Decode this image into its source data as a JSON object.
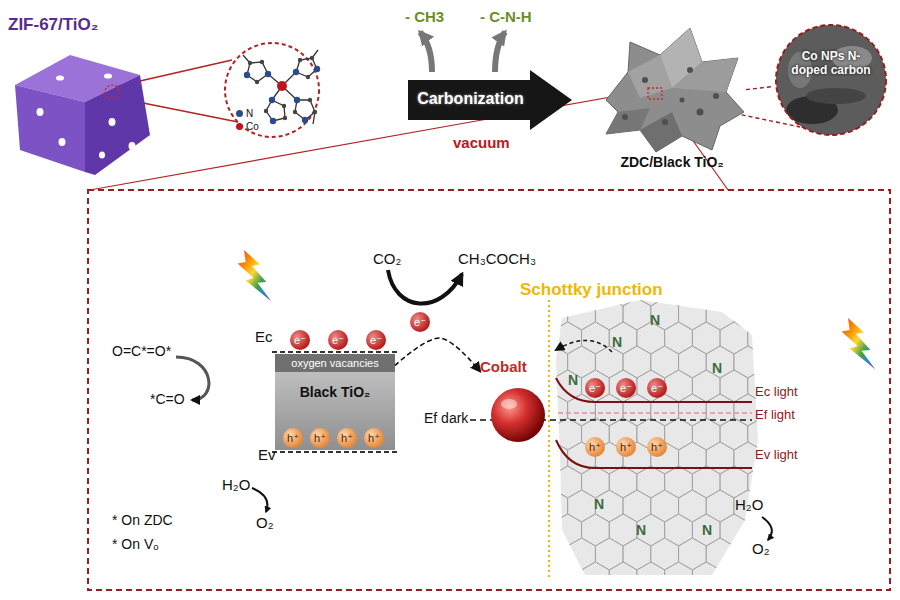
{
  "diagram": {
    "nodes": [
      {
        "text": [
          "ZIF-67/TiO₂"
        ]
      },
      {
        "text": [
          "Carbonization",
          "vacuum"
        ]
      },
      {
        "text": [
          "ZDC/Black TiO₂"
        ]
      },
      {
        "text": [
          "Co NPs N-doped carbon"
        ]
      },
      {
        "text": [
          "Black TiO₂"
        ]
      },
      {
        "text": [
          "oxygen vacancies"
        ],
        "in": 4
      },
      {
        "text": [
          "Cobalt"
        ]
      }
    ],
    "edges": [
      {
        "from": 2,
        "to": 3,
        "arrow": "none"
      },
      {
        "from": 4,
        "to": 6,
        "arrow": "to",
        "label": "e⁻"
      }
    ],
    "labels": [
      "- CH3",
      "- C-N-H",
      "CO₂",
      "CH₃COCH₃",
      "Schottky junction",
      "O=C*=O*",
      "*C=O",
      "Ec",
      "Ev",
      "e⁻",
      "e⁻",
      "e⁻",
      "h⁺",
      "h⁺",
      "h⁺",
      "h⁺",
      "H₂O",
      "O₂",
      "* On ZDC",
      "* On Vₒ",
      "Ef dark",
      "e⁻",
      "e⁻",
      "e⁻",
      "h⁺",
      "h⁺",
      "h⁺",
      "Ec light",
      "Ef light",
      "Ev light",
      "H₂O",
      "O₂",
      "N",
      "N",
      "N",
      "N",
      "N",
      "N",
      "N"
    ],
    "legend": [
      {
        "text": "N",
        "color": "#2c4a8c"
      },
      {
        "text": "Co",
        "color": "#c0141c"
      }
    ]
  }
}
